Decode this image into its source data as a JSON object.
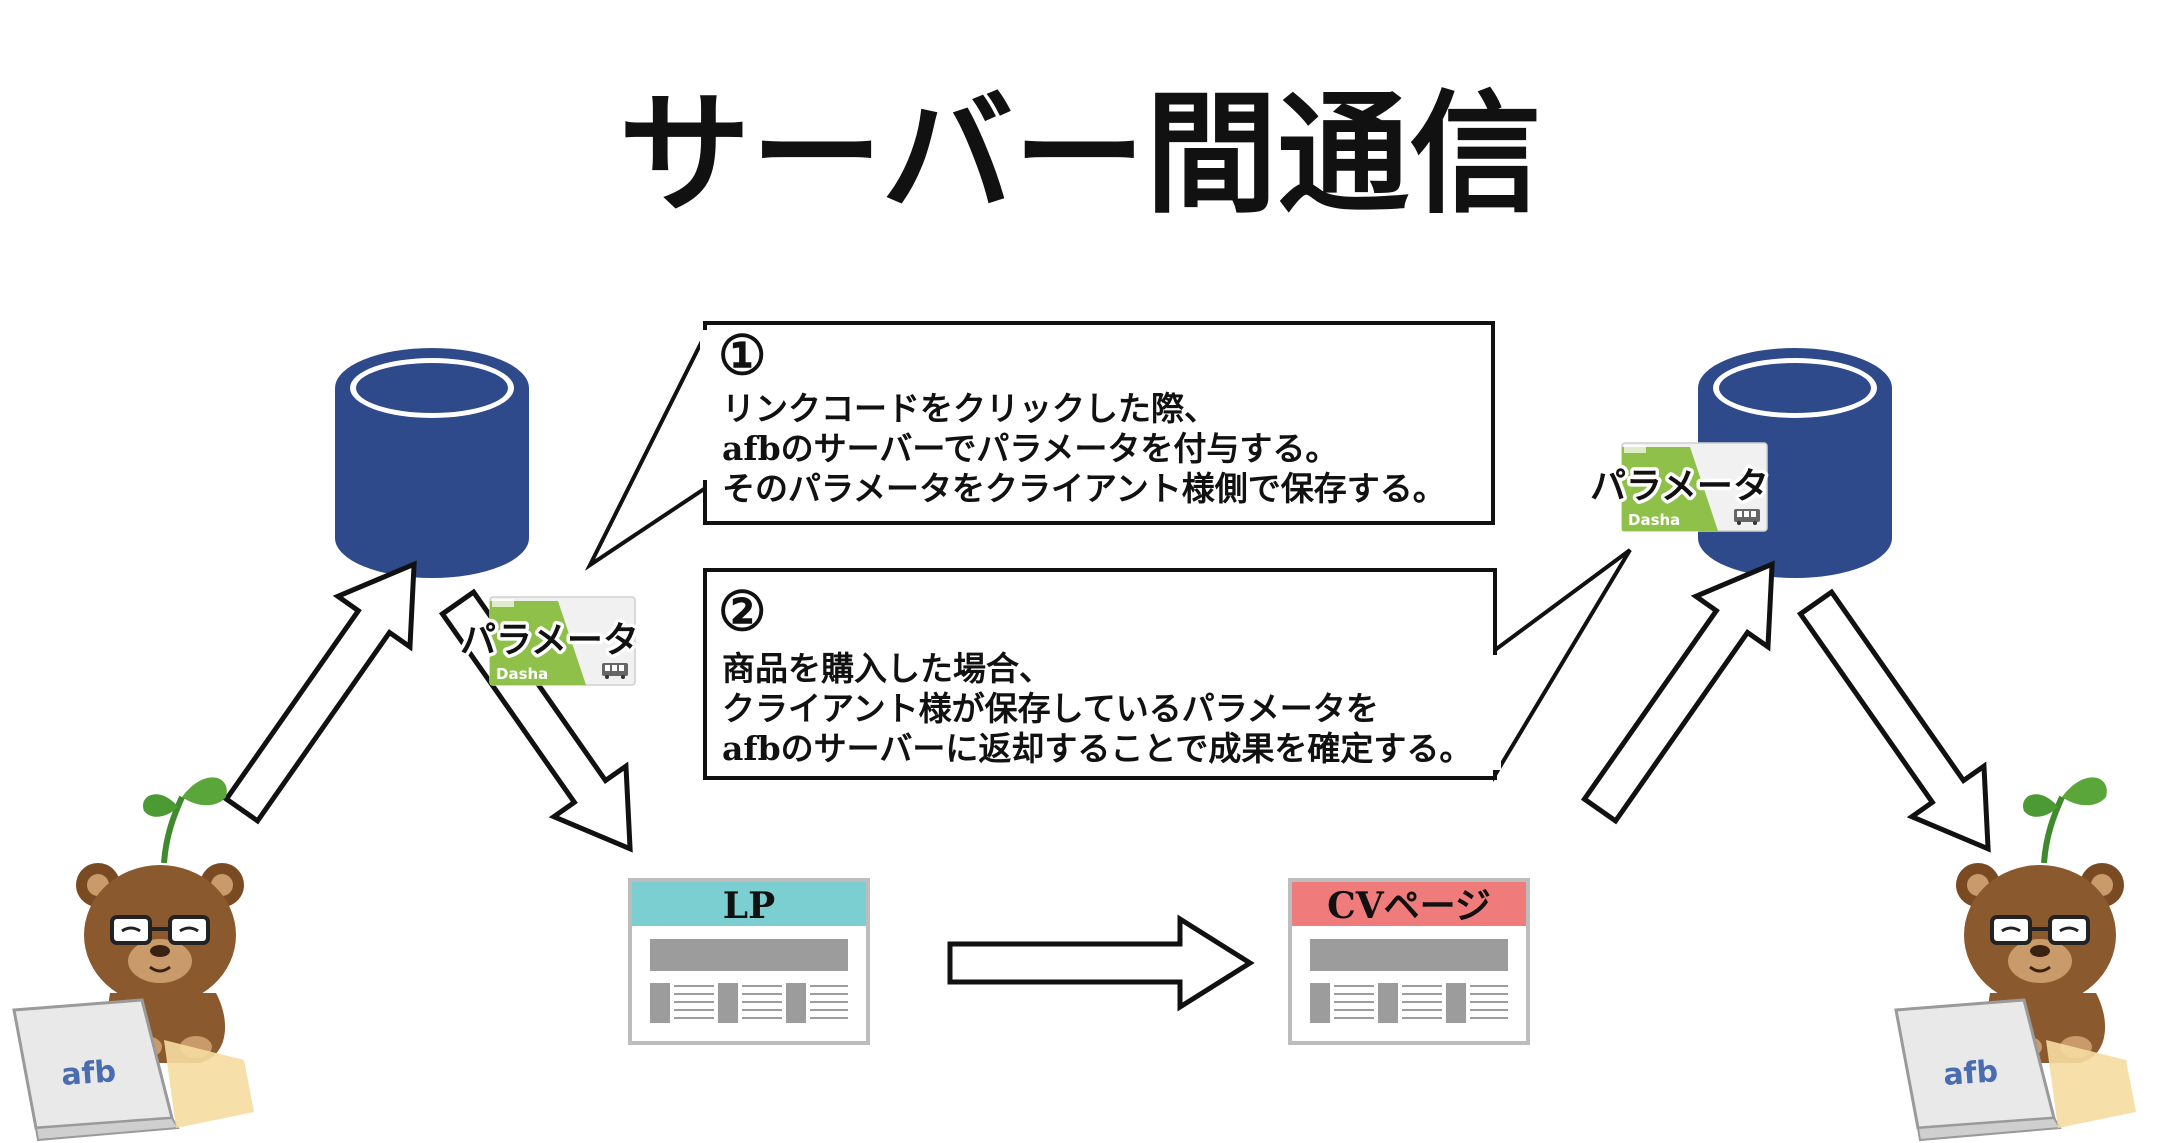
{
  "title": "サーバー間通信",
  "callouts": [
    {
      "number": "①",
      "lines": [
        "リンクコードをクリックした際、",
        "afbのサーバーでパラメータを付与する。",
        "そのパラメータをクライアント様側で保存する。"
      ]
    },
    {
      "number": "②",
      "lines": [
        "商品を購入した場合、",
        "クライアント様が保存しているパラメータを",
        "afbのサーバーに返却することで成果を確定する。"
      ]
    }
  ],
  "pages": {
    "lp": {
      "label": "LP",
      "header_color": "#7ccfd0"
    },
    "cv": {
      "label": "CVページ",
      "header_color": "#ef7b7b"
    }
  },
  "parameter_card": {
    "label": "パラメータ",
    "card_text": "Dasha",
    "card_color": "#8fc04a"
  },
  "laptop_brand": "afb",
  "colors": {
    "database": "#2e4a8a",
    "outline": "#111111",
    "page_bar": "#9c9c9c"
  },
  "icons": {
    "database": "database-icon",
    "mascot": "bear-mascot-icon",
    "laptop": "laptop-icon",
    "card": "parameter-card-icon",
    "arrow": "arrow-icon"
  }
}
